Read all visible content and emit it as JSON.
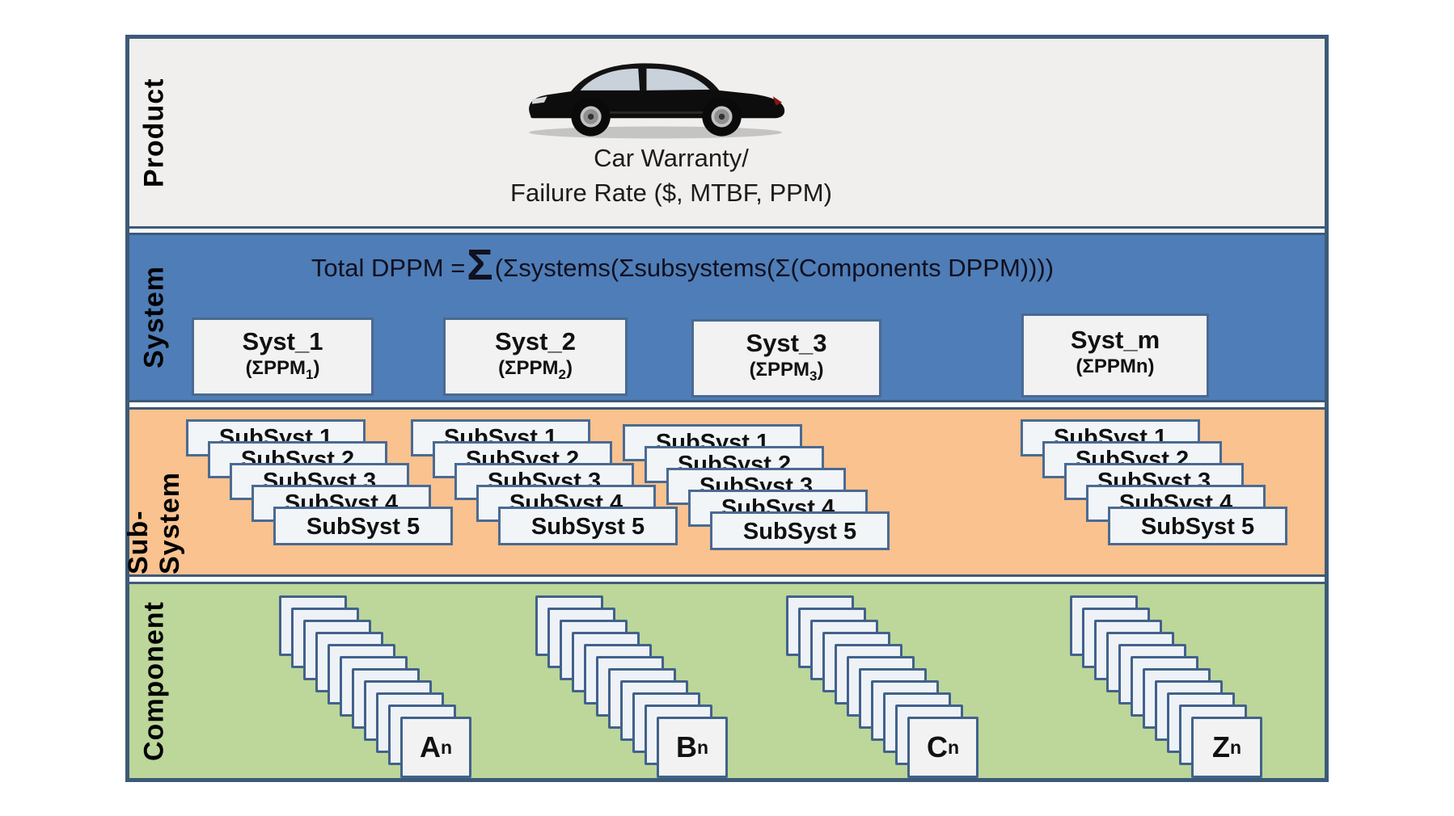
{
  "diagram": {
    "rows": [
      {
        "id": "product",
        "label": "Product"
      },
      {
        "id": "system",
        "label": "System"
      },
      {
        "id": "subsystem",
        "label": "Sub-System"
      },
      {
        "id": "component",
        "label": "Component"
      }
    ],
    "product": {
      "car_icon": "black-sedan-side-view",
      "caption_line1": "Car Warranty/",
      "caption_line2": "Failure Rate ($, MTBF, PPM)"
    },
    "system": {
      "formula": {
        "prefix": "Total DPPM = ",
        "big_sigma": "Σ",
        "suffix": "(Σsystems(Σsubsystems(Σ(Components DPPM))))"
      },
      "boxes": [
        {
          "title": "Syst_1",
          "ppm_prefix": "(ΣPPM",
          "ppm_sub": "1",
          "ppm_suffix": ")"
        },
        {
          "title": "Syst_2",
          "ppm_prefix": "(ΣPPM",
          "ppm_sub": "2",
          "ppm_suffix": ")"
        },
        {
          "title": "Syst_3",
          "ppm_prefix": "(ΣPPM",
          "ppm_sub": "3",
          "ppm_suffix": ")"
        },
        {
          "title": "Syst_m",
          "ppm_prefix": "(ΣPPMn",
          "ppm_sub": "",
          "ppm_suffix": ")"
        }
      ]
    },
    "subsystem": {
      "groups": [
        {
          "items": [
            "SubSyst 1",
            "SubSyst 2",
            "SubSyst 3",
            "SubSyst 4",
            "SubSyst 5"
          ]
        },
        {
          "items": [
            "SubSyst 1",
            "SubSyst 2",
            "SubSyst 3",
            "SubSyst 4",
            "SubSyst 5"
          ]
        },
        {
          "items": [
            "SubSyst 1",
            "SubSyst 2",
            "SubSyst 3",
            "SubSyst 4",
            "SubSyst 5"
          ]
        },
        {
          "items": [
            "SubSyst 1",
            "SubSyst 2",
            "SubSyst 3",
            "SubSyst 4",
            "SubSyst 5"
          ]
        }
      ]
    },
    "component": {
      "stacks": [
        {
          "letter": "A",
          "subscript": "n",
          "blank_cards": 10
        },
        {
          "letter": "B",
          "subscript": "n",
          "blank_cards": 10
        },
        {
          "letter": "C",
          "subscript": "n",
          "blank_cards": 10
        },
        {
          "letter": "Z",
          "subscript": "n",
          "blank_cards": 10
        }
      ]
    },
    "colors": {
      "frame_border": "#3d5a78",
      "product_bg": "#f0efed",
      "system_bg": "#4f7db7",
      "subsystem_bg": "#f9c28f",
      "component_bg": "#bdd69a",
      "box_border": "#4a6a92",
      "box_bg": "#f2f5f7"
    }
  }
}
